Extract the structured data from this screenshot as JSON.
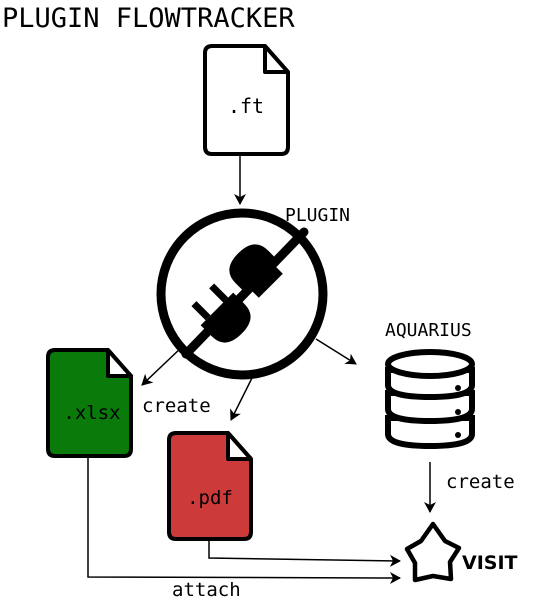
{
  "title": "PLUGIN FLOWTRACKER",
  "nodes": {
    "ft_file": {
      "label": ".ft",
      "icon": "document-icon"
    },
    "plugin": {
      "label": "PLUGIN",
      "icon": "plug-icon"
    },
    "aquarius": {
      "label": "AQUARIUS",
      "icon": "database-icon"
    },
    "xlsx_file": {
      "label": ".xlsx",
      "icon": "document-icon",
      "color": "#0a7a0a"
    },
    "pdf_file": {
      "label": ".pdf",
      "icon": "document-icon",
      "color": "#cc3a3a"
    },
    "visit": {
      "label": "VISIT",
      "icon": "star-icon"
    }
  },
  "edges": {
    "create_1": "create",
    "create_2": "create",
    "attach": "attach"
  }
}
